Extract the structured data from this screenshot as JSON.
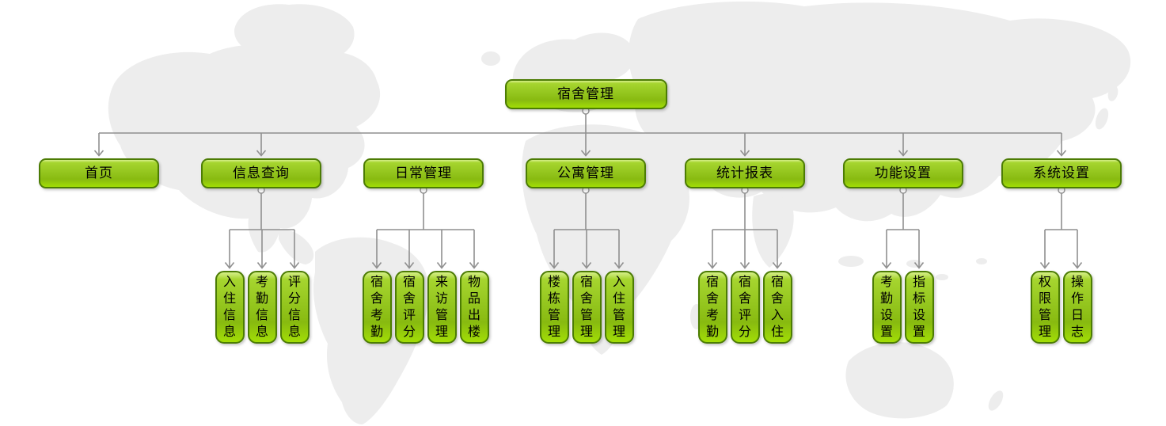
{
  "diagram": {
    "root": {
      "label": "宿舍管理"
    },
    "branches": [
      {
        "label": "首页",
        "children": []
      },
      {
        "label": "信息查询",
        "children": [
          {
            "label": "入住信息"
          },
          {
            "label": "考勤信息"
          },
          {
            "label": "评分信息"
          }
        ]
      },
      {
        "label": "日常管理",
        "children": [
          {
            "label": "宿舍考勤"
          },
          {
            "label": "宿舍评分"
          },
          {
            "label": "来访管理"
          },
          {
            "label": "物品出楼"
          }
        ]
      },
      {
        "label": "公寓管理",
        "children": [
          {
            "label": "楼栋管理"
          },
          {
            "label": "宿舍管理"
          },
          {
            "label": "入住管理"
          }
        ]
      },
      {
        "label": "统计报表",
        "children": [
          {
            "label": "宿舍考勤"
          },
          {
            "label": "宿舍评分"
          },
          {
            "label": "宿舍入住"
          }
        ]
      },
      {
        "label": "功能设置",
        "children": [
          {
            "label": "考勤设置"
          },
          {
            "label": "指标设置"
          }
        ]
      },
      {
        "label": "系统设置",
        "children": [
          {
            "label": "权限管理"
          },
          {
            "label": "操作日志"
          }
        ]
      }
    ]
  },
  "colors": {
    "node_border": "#4c7c04",
    "node_gradient_top": "#d7ef8a",
    "node_gradient_upper": "#a6d52f",
    "node_gradient_mid": "#92c41c",
    "node_gradient_lower": "#88ba10",
    "node_gradient_bottom": "#a2de06",
    "node_text": "#000000",
    "connector": "#8f8f8f",
    "map": "#ededed",
    "background": "#ffffff"
  }
}
